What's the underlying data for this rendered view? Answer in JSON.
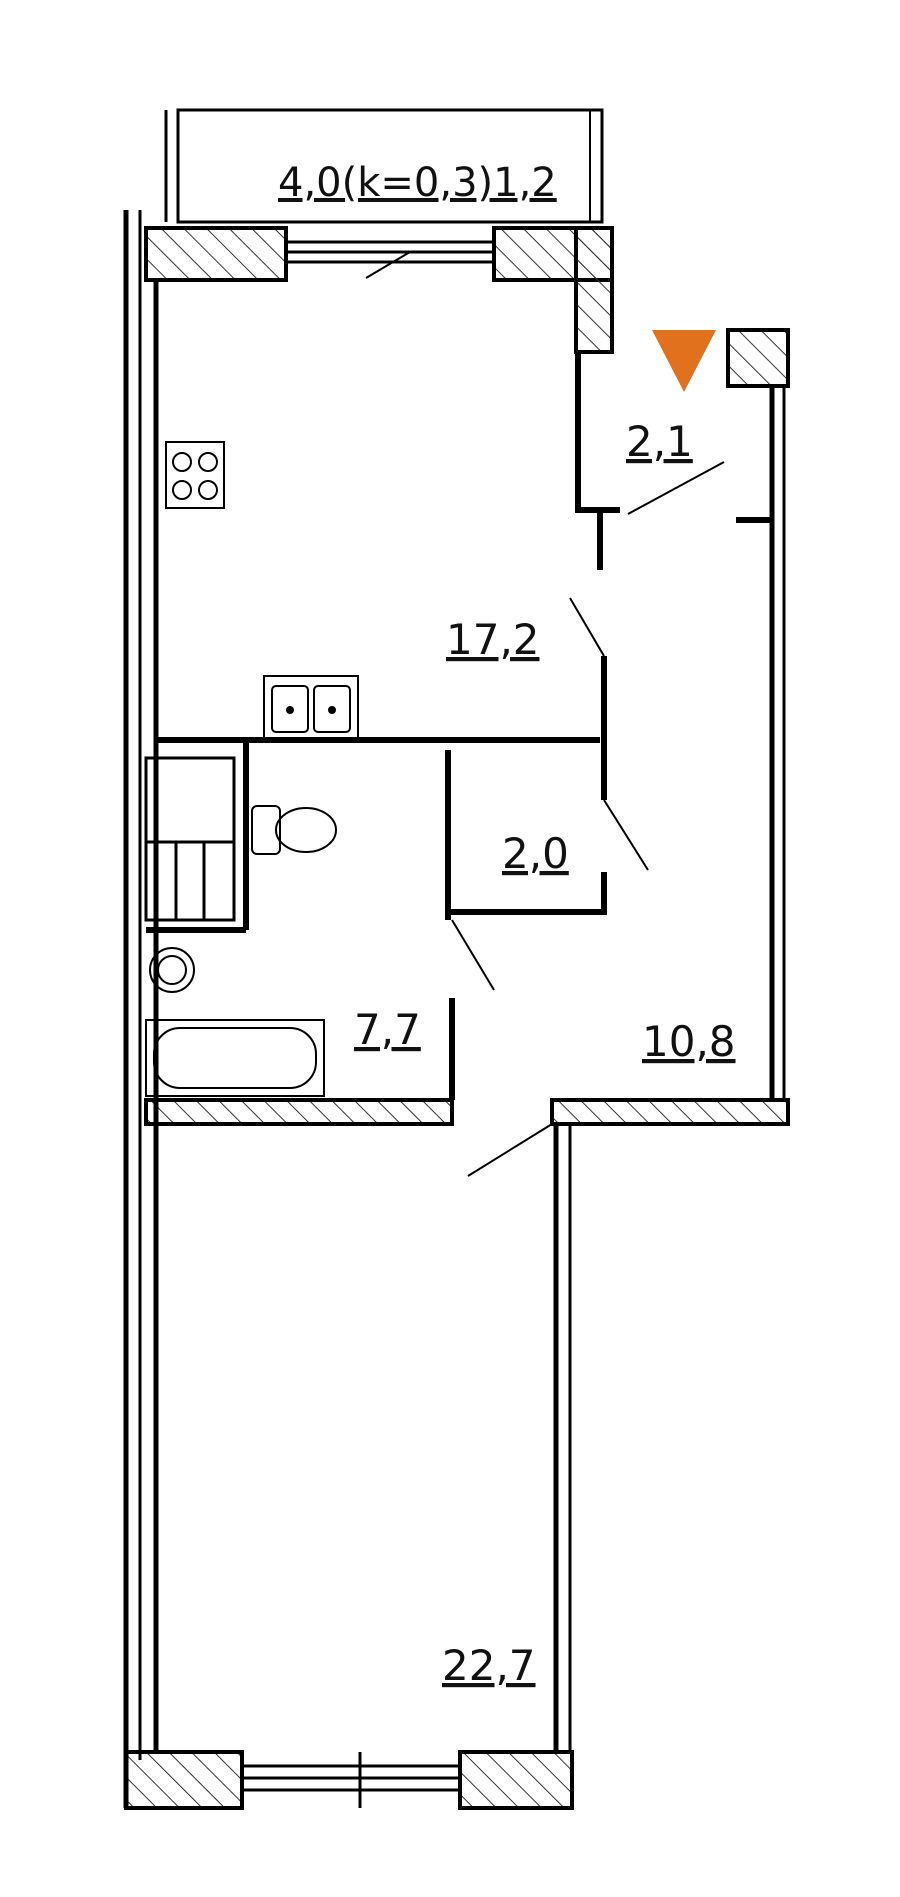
{
  "plan": {
    "balcony_label": "4,0(k=0,3)1,2",
    "rooms": {
      "kitchen": "17,2",
      "vestibule": "2,1",
      "closet": "2,0",
      "bathroom": "7,7",
      "hallway": "10,8",
      "living_room": "22,7"
    },
    "entrance_marker_color": "#e2711d",
    "wall_color": "#000000",
    "hatch_color": "#333333"
  }
}
